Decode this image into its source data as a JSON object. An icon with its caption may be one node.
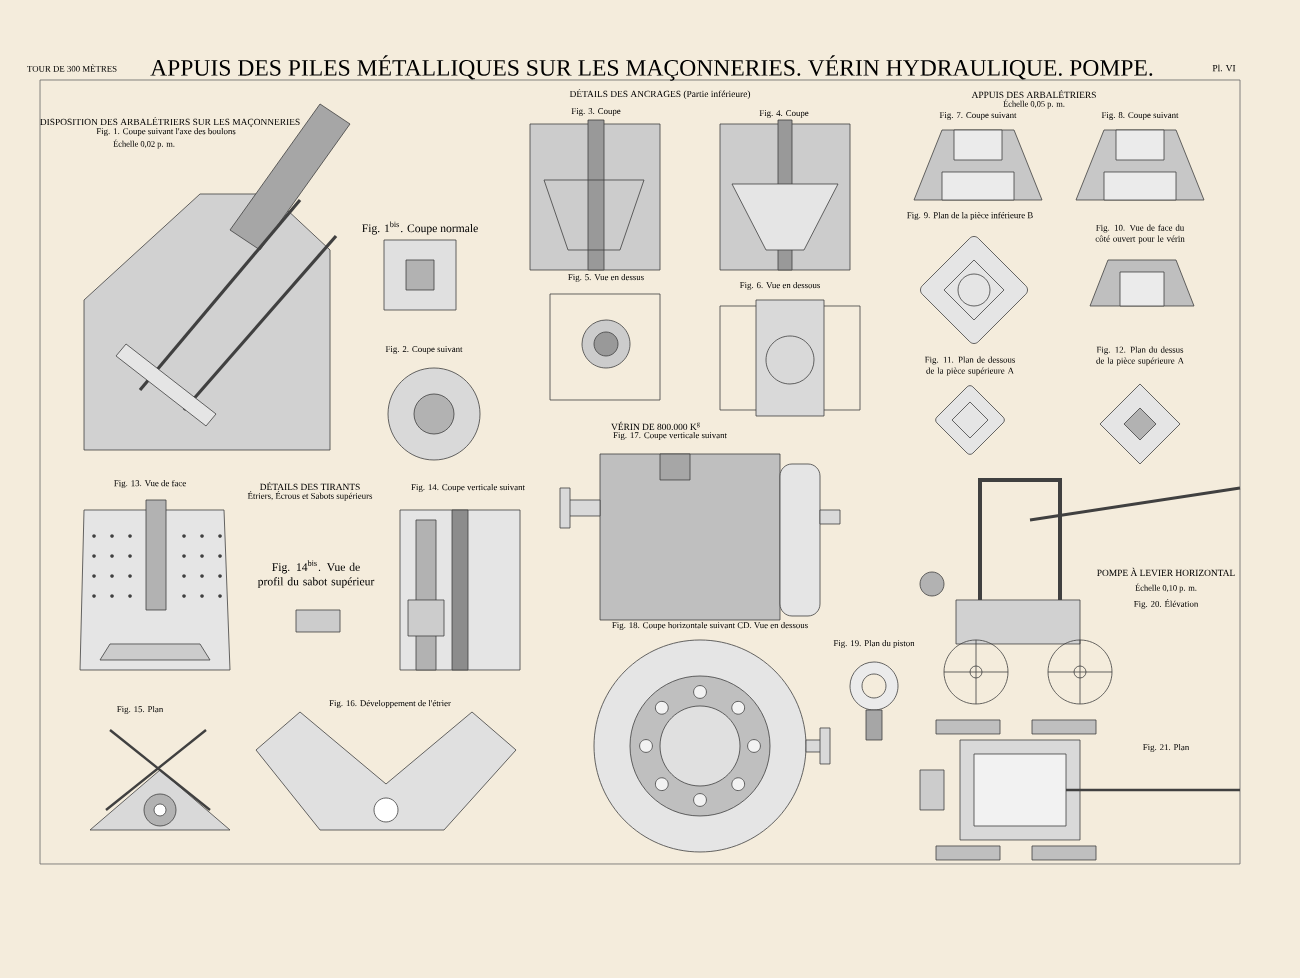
{
  "diagram": {
    "title": "APPUIS DES PILES MÉTALLIQUES SUR LES MAÇONNERIES. VÉRIN HYDRAULIQUE. POMPE.",
    "labels": [
      "TOUR DE 300 MÈTRES",
      "Pl. VI",
      "DISPOSITION DES ARBALÉTRIERS SUR LES MAÇONNERIES",
      "Fig. 1. Coupe suivant l'axe des boulons",
      "Échelle 0,02 p. m.",
      "DÉTAILS DES ANCRAGES (Partie inférieure)",
      "Fig. 3. Coupe",
      "Fig. 4. Coupe",
      "APPUIS DES ARBALÉTRIERS",
      "Échelle 0,05 p. m.",
      "Fig. 7. Coupe suivant",
      "Fig. 8. Coupe suivant",
      "Fig. 1$^{bis}$. Coupe normale",
      "Fig. 9. Plan de la pièce inférieure B",
      "Fig. 10. Vue de face du côté ouvert pour le vérin",
      "Fig. 5. Vue en dessus",
      "Fig. 6. Vue en dessous",
      "Fig. 2. Coupe suivant",
      "Fig. 11. Plan de dessous de la pièce supérieure A",
      "Fig. 12. Plan du dessus de la pièce supérieure A",
      "VÉRIN DE 800.000 K$^{g}$",
      "Fig. 17. Coupe verticale suivant",
      "Fig. 13. Vue de face",
      "DÉTAILS DES TIRANTS",
      "Étriers, Écrous et Sabots supérieurs",
      "Fig. 14. Coupe verticale suivant",
      "Fig. 14$^{bis}$. Vue de profil du sabot supérieur",
      "POMPE À LEVIER HORIZONTAL",
      "Échelle 0,10 p. m.",
      "Fig. 20. Élévation",
      "Fig. 18. Coupe horizontale suivant CD. Vue en dessous",
      "Fig. 19. Plan du piston",
      "Fig. 16. Développement de l'étrier",
      "Fig. 15. Plan",
      "Fig. 21. Plan"
    ]
  }
}
